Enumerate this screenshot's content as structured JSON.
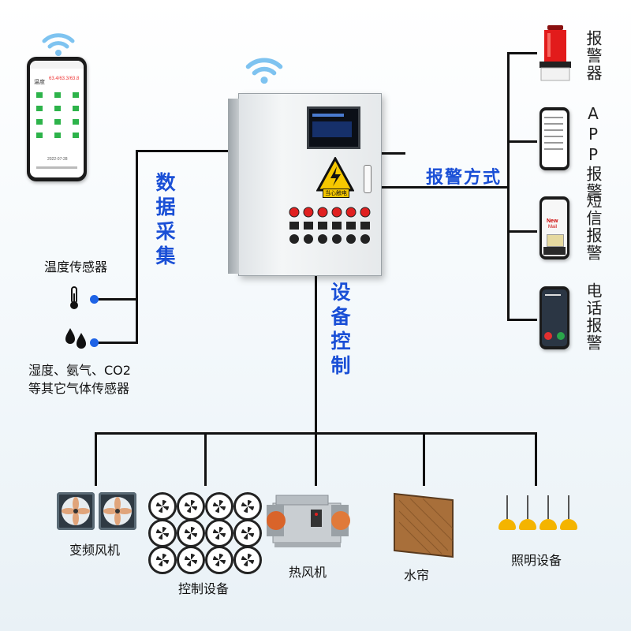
{
  "labels": {
    "data_collection": "数据采集",
    "alarm_methods": "报警方式",
    "device_control": "设备控制",
    "temp_sensor": "温度传感器",
    "gas_sensor_line1": "湿度、氨气、CO2",
    "gas_sensor_line2": "等其它气体传感器",
    "alarm_siren": "报警器",
    "app_alarm": "APP报警",
    "sms_alarm": "短信报警",
    "phone_alarm": "电话报警",
    "vfd_fan": "变频风机",
    "control_device": "控制设备",
    "heater": "热风机",
    "water_curtain": "水帘",
    "lighting": "照明设备"
  },
  "phone_screen": {
    "row_label": "温度",
    "reading": "63.4/63.3/63.8",
    "date": "2022-07-28"
  },
  "sms_screen": {
    "line1": "New",
    "line2": "Mail"
  },
  "cabinet": {
    "warning_text": "当心触电"
  },
  "colors": {
    "accent": "#1a4fd6",
    "dot": "#1e63e6",
    "line": "#111111",
    "alarm_red": "#e02020",
    "lamp": "#f4b400"
  }
}
